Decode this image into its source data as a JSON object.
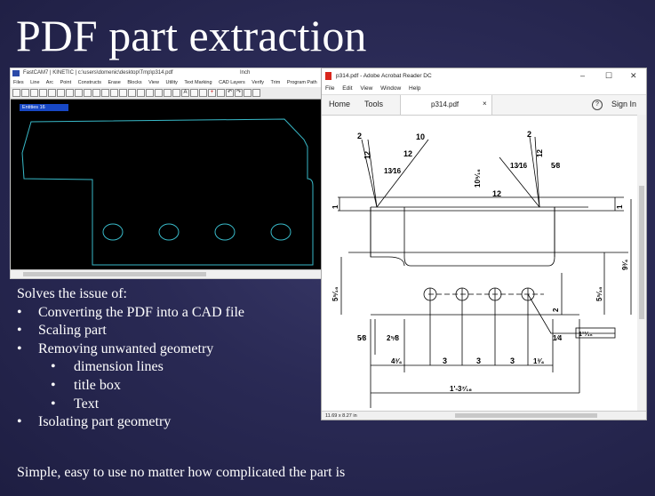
{
  "slide": {
    "title": "PDF part extraction",
    "intro": "Solves the issue of:",
    "bullets": [
      "Converting the PDF into a CAD file",
      "Scaling part",
      "Removing unwanted geometry"
    ],
    "sub_bullets": [
      "dimension lines",
      "title box",
      "Text"
    ],
    "last_bullet": "Isolating part geometry",
    "closing": "Simple, easy to use no matter how complicated the part is"
  },
  "fastcam": {
    "title": "FastCAM7 | KINETIC | c:\\users\\domenic\\desktop\\Tmp\\p314.pdf",
    "units": "Inch",
    "menu": [
      "Files",
      "Line",
      "Arc",
      "Point",
      "Constructs",
      "Erase",
      "Blocks",
      "View",
      "Utility",
      "Text Marking",
      "CAD Layers",
      "Verify",
      "Trim",
      "Program Path"
    ],
    "entities": "Entities 16",
    "toolbar_glyphs": [
      "A",
      "+",
      "↶",
      "↷"
    ],
    "colors": {
      "outline": "#38b9c8",
      "background": "#000000",
      "entities_badge": "#1747c5"
    }
  },
  "acrobat": {
    "title": "p314.pdf - Adobe Acrobat Reader DC",
    "window_controls": [
      "–",
      "☐",
      "✕"
    ],
    "menu": [
      "File",
      "Edit",
      "View",
      "Window",
      "Help"
    ],
    "home": "Home",
    "tools": "Tools",
    "doc_tab": "p314.pdf",
    "close": "×",
    "help": "?",
    "signin": "Sign In",
    "status": "11.69 x 8.27 in"
  },
  "drawing": {
    "labels": {
      "top_l_2": "2",
      "top_l_12": "12",
      "top_l_10": "10",
      "top_l_12b": "12",
      "top_l_13": "13⁄16",
      "top_r_2": "2",
      "top_r_12": "12",
      "top_r_13": "13⁄16",
      "top_r_58": "5⁄8",
      "top_r_1016": "10⁵⁄₁₆",
      "top_r_12b": "12",
      "left_1": "1",
      "right_1": "1",
      "left_516": "5⁵⁄₁₆",
      "right_516": "5⁵⁄₁₆",
      "right_934": "9³⁄₄",
      "right_2": "2",
      "b_58": "5⁄8",
      "b_258": "2⁵⁄8",
      "b_14": "1⁄4",
      "b_11116": "1¹¹⁄₁₆",
      "b_434": "4³⁄₄",
      "b_3a": "3",
      "b_3b": "3",
      "b_3c": "3",
      "b_134": "1³⁄₄",
      "b_total": "1'-3⁷⁄₁₆"
    }
  }
}
